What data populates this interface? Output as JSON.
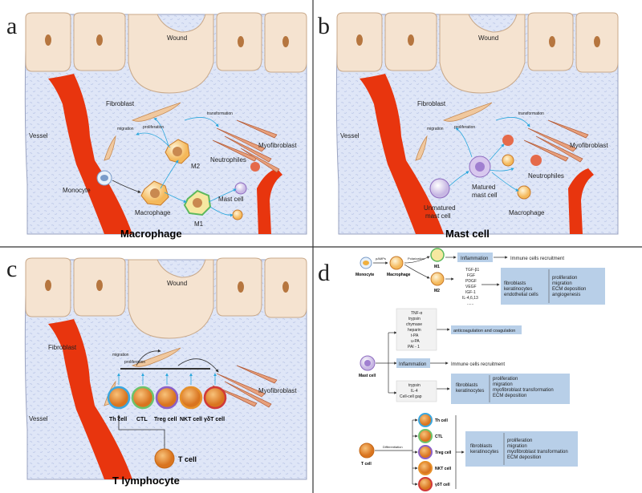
{
  "panels": {
    "a": {
      "letter": "a",
      "title": "Macrophage",
      "wound": "Wound",
      "labels": {
        "vessel": "Vessel",
        "fibroblast": "Fibroblast",
        "myofibroblast": "Myofibroblast",
        "monocyte": "Monocyte",
        "macrophage": "Macrophage",
        "m1": "M1",
        "m2": "M2",
        "neutrophiles": "Neutrophiles",
        "mast_cell": "Mast cell",
        "migration": "migration",
        "proliferation": "proliferation",
        "transformation": "transformation"
      }
    },
    "b": {
      "letter": "b",
      "title": "Mast cell",
      "wound": "Wound",
      "labels": {
        "vessel": "Vessel",
        "fibroblast": "Fibroblast",
        "myofibroblast": "Myofibroblast",
        "unmatured": "Unmatured",
        "unmatured2": "mast cell",
        "matured": "Matured",
        "matured2": "mast cell",
        "neutrophiles": "Neutrophiles",
        "macrophage": "Macrophage",
        "migration": "migration",
        "proliferation": "proliferation",
        "transformation": "transformation"
      }
    },
    "c": {
      "letter": "c",
      "title": "T lymphocyte",
      "wound": "Wound",
      "labels": {
        "vessel": "Vessel",
        "fibroblast": "Fibroblast",
        "myofibroblast": "Myofibroblast",
        "migration": "migration",
        "proliferation": "proliferation",
        "t_cell": "T cell"
      },
      "tcells": [
        "Th cell",
        "CTL",
        "Treg cell",
        "NKT cell",
        "γδT cell"
      ]
    },
    "d": {
      "letter": "d",
      "macrophage": {
        "monocyte": "Monocyte",
        "pamps": "pAMPs",
        "macrophage": "Macrophage",
        "polarization": "Polarization",
        "m1": "M1",
        "m2": "M2",
        "inflammation": "Inflammation",
        "immune": "Immune cells recruitment",
        "factors": [
          "TGF-β1",
          "FGF",
          "PDGF",
          "VEGF",
          "IGF-1",
          "IL-4,6,13",
          "......"
        ],
        "targets": [
          "fibroblasts",
          "keratinocytes",
          "endothelial cells"
        ],
        "effects": [
          "proliferation",
          "migration",
          "ECM deposition",
          "angiogenesis"
        ]
      },
      "mast": {
        "label": "Mast cell",
        "mediators": [
          "TNF-α",
          "trypsin",
          "chymase",
          "heparin",
          "t-PA",
          "u-PA",
          "PAI - 1"
        ],
        "anticoag": "anticoagulation and coagulation",
        "inflammation": "Inflammation",
        "immune": "Immune cells recruitment",
        "factors": [
          "trypsin",
          "IL-4",
          "Cell-cell gap"
        ],
        "targets": [
          "fibroblasts",
          "keratinocytes"
        ],
        "effects": [
          "proliferation",
          "migration",
          "myofibroblast transformation",
          "ECM deposition"
        ]
      },
      "tcell": {
        "label": "T cell",
        "differentiation": "Differentiation",
        "subsets": [
          "Th cell",
          "CTL",
          "Treg cell",
          "NKT cell",
          "γδT cell"
        ],
        "targets": [
          "fibroblasts",
          "keratinocytes"
        ],
        "effects": [
          "proliferation",
          "migration",
          "myofibroblast transformation",
          "ECM deposition"
        ]
      }
    }
  },
  "colors": {
    "tissue": "#dfe6f7",
    "skin": "#f5e3d0",
    "vessel": "#e8350e",
    "box": "#b8cfe8",
    "arrow": "#2aa7dd"
  }
}
